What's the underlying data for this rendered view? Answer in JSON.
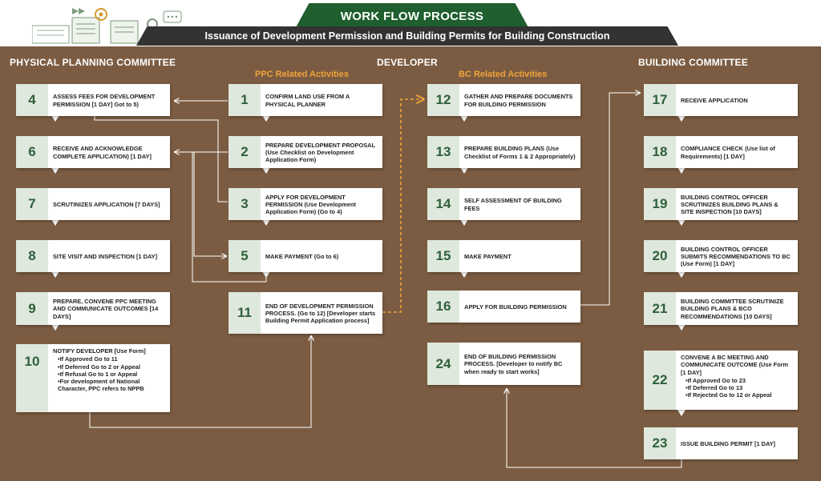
{
  "header": {
    "title": "WORK FLOW PROCESS",
    "subtitle": "Issuance of Development Permission and Building Permits for Building Construction"
  },
  "columns": {
    "ppc": "PHYSICAL PLANNING COMMITTEE",
    "developer": "DEVELOPER",
    "ppc_activities": "PPC Related Activities",
    "bc_activities": "BC Related Activities",
    "bc": "BUILDING COMMITTEE"
  },
  "colors": {
    "background": "#7b5c42",
    "banner_green": "#1f5e2e",
    "banner_dark": "#333333",
    "number_bg": "#dfe8dc",
    "number_text": "#2e5f3b",
    "activity_orange": "#f0a33a",
    "dashed_link": "#f0a33a"
  },
  "steps": {
    "s1": {
      "num": "1",
      "text": "CONFIRM LAND USE FROM A PHYSICAL PLANNER"
    },
    "s2": {
      "num": "2",
      "text": "PREPARE DEVELOPMENT PROPOSAL (Use Checklist on Development Application Form)"
    },
    "s3": {
      "num": "3",
      "text": "APPLY FOR DEVELOPMENT PERMISSION (Use Development Application Form) (Go to 4)"
    },
    "s4": {
      "num": "4",
      "text": "ASSESS FEES FOR DEVELOPMENT PERMISSION [1 DAY] Got to 5)"
    },
    "s5": {
      "num": "5",
      "text": "MAKE PAYMENT (Go to 6)"
    },
    "s6": {
      "num": "6",
      "text": "RECEIVE AND ACKNOWLEDGE COMPLETE APPLICATION) [1 DAY]"
    },
    "s7": {
      "num": "7",
      "text": "SCRUTINIZES APPLICATION [7 DAYS]"
    },
    "s8": {
      "num": "8",
      "text": "SITE VISIT AND INSPECTION [1 DAY]"
    },
    "s9": {
      "num": "9",
      "text": "PREPARE, CONVENE PPC MEETING AND COMMUNICATE OUTCOMES [14 DAYS]"
    },
    "s10": {
      "num": "10",
      "text": "NOTIFY DEVELOPER [Use Form]",
      "bullets": [
        "If Approved Go to 11",
        "If Deferred Go to 2 or Appeal",
        "If Refusal Go to 1 or Appeal",
        "For development of National Character, PPC refers to NPPB"
      ]
    },
    "s11": {
      "num": "11",
      "text": "END OF DEVELOPMENT PERMISSION PROCESS. (Go to 12) [Developer starts Building Permit Application process]"
    },
    "s12": {
      "num": "12",
      "text": "GATHER AND PREPARE DOCUMENTS FOR BUILDING PERMISSION"
    },
    "s13": {
      "num": "13",
      "text": "PREPARE BUILDING PLANS (Use Checklist of Forms 1 & 2 Appropriately)"
    },
    "s14": {
      "num": "14",
      "text": "SELF ASSESSMENT OF BUILDING FEES"
    },
    "s15": {
      "num": "15",
      "text": "MAKE PAYMENT"
    },
    "s16": {
      "num": "16",
      "text": "APPLY FOR BUILDING PERMISSION"
    },
    "s17": {
      "num": "17",
      "text": "RECEIVE APPLICATION"
    },
    "s18": {
      "num": "18",
      "text": "COMPLIANCE CHECK (Use list of Requirements) [1 DAY]"
    },
    "s19": {
      "num": "19",
      "text": "BUILDING CONTROL OFFICER SCRUTINIZES BUILDING PLANS & SITE INSPECTION [10 DAYS]"
    },
    "s20": {
      "num": "20",
      "text": "BUILDING CONTROL OFFICER SUBMITS RECOMMENDATIONS TO BC (Use Form) [1 DAY]"
    },
    "s21": {
      "num": "21",
      "text": "BUILDING COMMITTEE SCRUTINIZE BUILDING PLANS & BCO RECOMMENDATIONS [10 DAYS]"
    },
    "s22": {
      "num": "22",
      "text": "CONVENE A BC MEETING AND COMMUNICATE OUTCOME (Use Form [1 DAY]",
      "bullets": [
        "If Approved Go to 23",
        "If Deferred Go to 13",
        "If Rejected Go to 12 or Appeal"
      ]
    },
    "s23": {
      "num": "23",
      "text": "ISSUE BUILDING PERMIT [1 DAY]"
    },
    "s24": {
      "num": "24",
      "text": "END OF BUILDING PERMISSION PROCESS. [Developer to notify BC when ready to start works]"
    }
  }
}
